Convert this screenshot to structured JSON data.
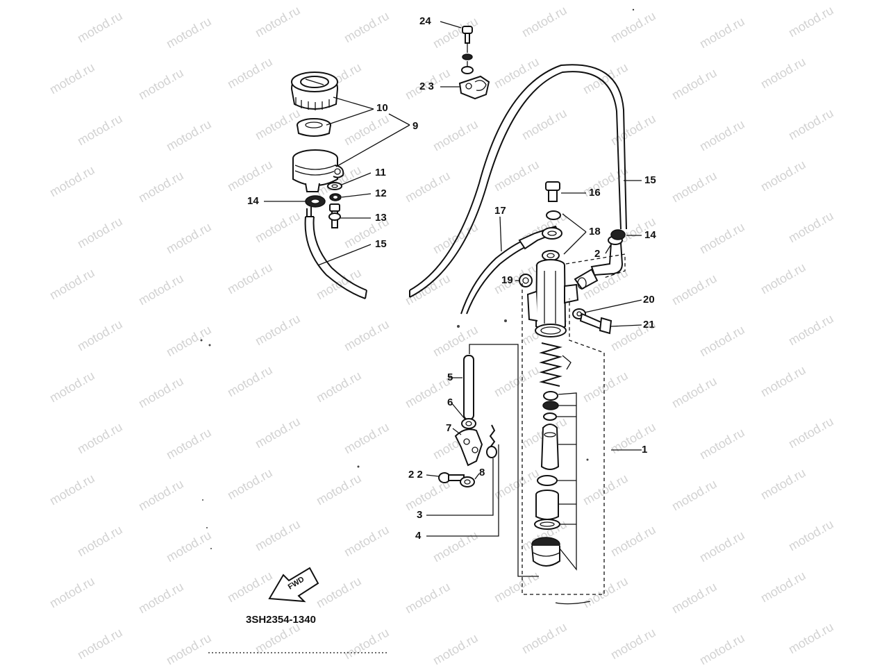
{
  "watermark": "motod.ru",
  "drawing_code": "3SH2354-1340",
  "forward_mark": "FWD",
  "callouts": [
    {
      "id": "c1",
      "text": "1"
    },
    {
      "id": "c2",
      "text": "2"
    },
    {
      "id": "c3",
      "text": "3"
    },
    {
      "id": "c4",
      "text": "4"
    },
    {
      "id": "c5",
      "text": "5"
    },
    {
      "id": "c6",
      "text": "6"
    },
    {
      "id": "c7",
      "text": "7"
    },
    {
      "id": "c8",
      "text": "8"
    },
    {
      "id": "c9",
      "text": "9"
    },
    {
      "id": "c10",
      "text": "10"
    },
    {
      "id": "c11",
      "text": "11"
    },
    {
      "id": "c12",
      "text": "12"
    },
    {
      "id": "c13",
      "text": "13"
    },
    {
      "id": "c14a",
      "text": "14"
    },
    {
      "id": "c14b",
      "text": "14"
    },
    {
      "id": "c15a",
      "text": "15"
    },
    {
      "id": "c15b",
      "text": "15"
    },
    {
      "id": "c16",
      "text": "16"
    },
    {
      "id": "c17",
      "text": "17"
    },
    {
      "id": "c18",
      "text": "18"
    },
    {
      "id": "c19",
      "text": "19"
    },
    {
      "id": "c20",
      "text": "20"
    },
    {
      "id": "c21",
      "text": "21"
    },
    {
      "id": "c22",
      "text": "2 2"
    },
    {
      "id": "c23",
      "text": "2 3"
    },
    {
      "id": "c24",
      "text": "24"
    }
  ]
}
